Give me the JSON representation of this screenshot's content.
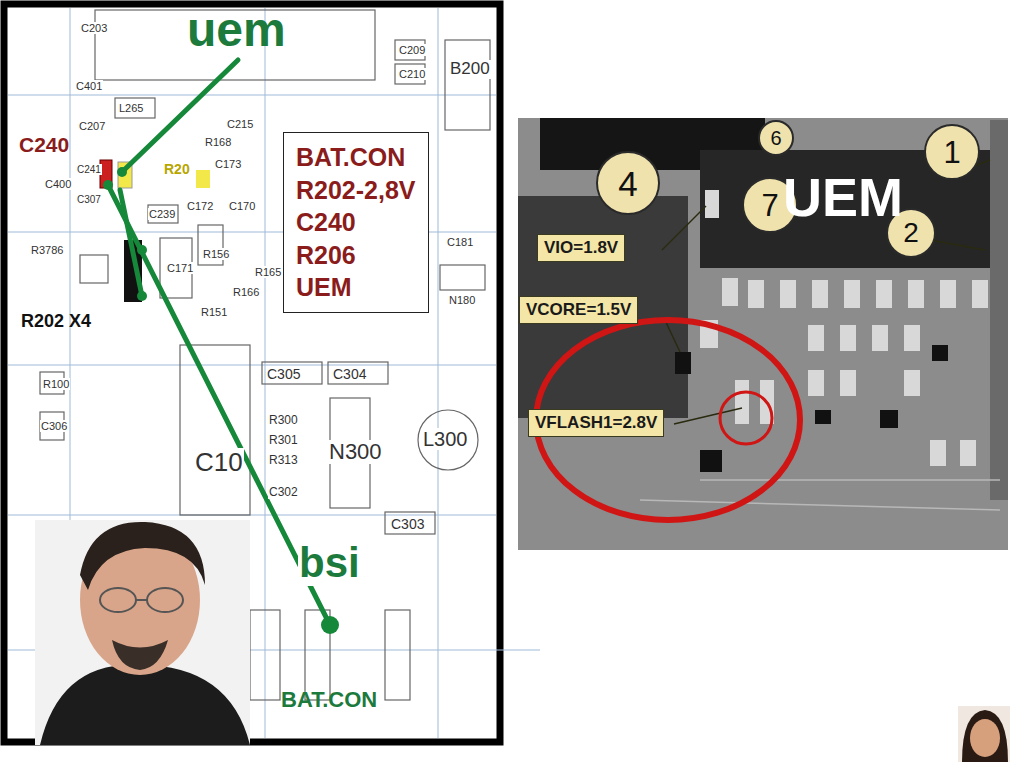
{
  "diagram": {
    "nodes": [
      {
        "text": [
          "BAT.CON",
          "R202-2,8V",
          "C240",
          "R206",
          "UEM"
        ]
      },
      {
        "text": [
          "VIO=1.8V"
        ]
      },
      {
        "text": [
          "VCORE=1.5V"
        ]
      },
      {
        "text": [
          "VFLASH1=2.8V"
        ]
      },
      {
        "text": [
          "4"
        ]
      },
      {
        "text": [
          "6"
        ]
      },
      {
        "text": [
          "7"
        ]
      },
      {
        "text": [
          "1"
        ]
      },
      {
        "text": [
          "2"
        ]
      }
    ],
    "labels": [
      "uem",
      "C240",
      "R202 X4",
      "bsi",
      "BAT.CON",
      "UEM",
      "R20",
      "C203",
      "C401",
      "C209",
      "C210",
      "B200",
      "L265",
      "C207",
      "R168",
      "C173",
      "C215",
      "C400",
      "C241",
      "C307",
      "C239",
      "C172",
      "C170",
      "C181",
      "C171",
      "R156",
      "R165",
      "R166",
      "R151",
      "N180",
      "R3786",
      "R100",
      "C306",
      "C305",
      "C304",
      "R300",
      "R301",
      "R313",
      "C302",
      "C303",
      "N300",
      "L300",
      "C10"
    ]
  }
}
